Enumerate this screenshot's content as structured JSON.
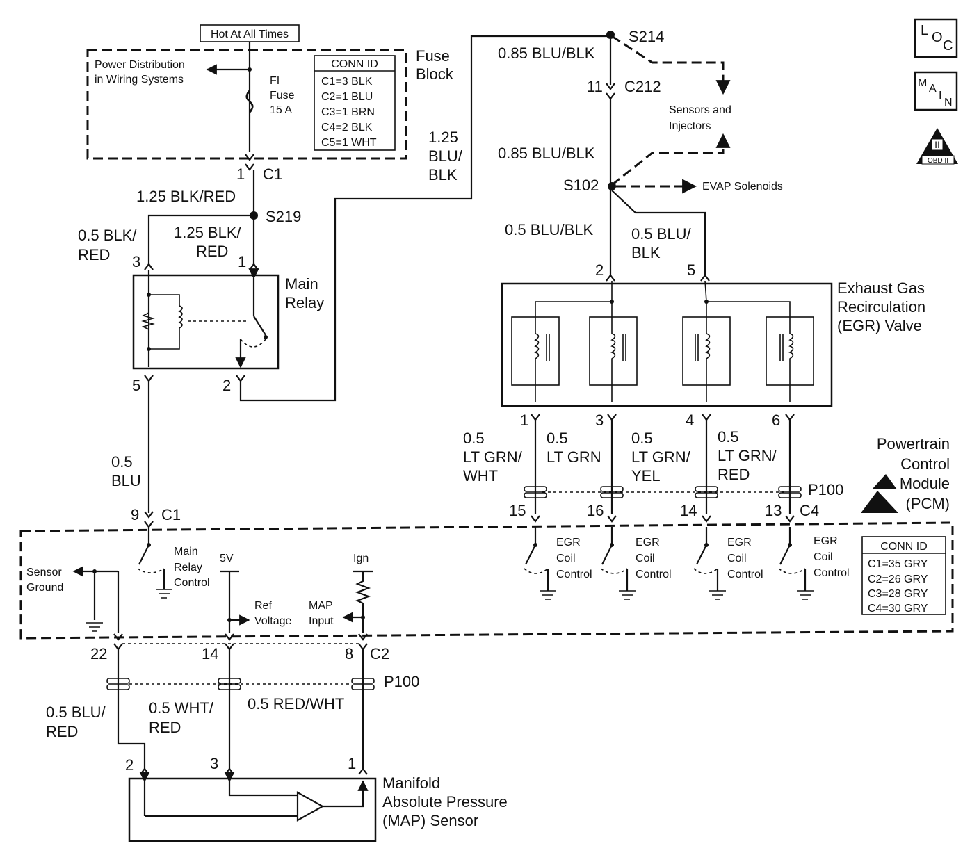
{
  "hot_label": "Hot At All Times",
  "fuse_block": {
    "title_line1": "Fuse",
    "title_line2": "Block",
    "power_dist_line1": "Power Distribution",
    "power_dist_line2": "in Wiring Systems",
    "fuse_line1": "FI",
    "fuse_line2": "Fuse",
    "fuse_line3": "15 A",
    "conn_title": "CONN ID",
    "conn_rows": [
      "C1=3 BLK",
      "C2=1 BLU",
      "C3=1 BRN",
      "C4=2 BLK",
      "C5=1 WHT"
    ]
  },
  "left_circuit": {
    "pin_c1": "1",
    "c1": "C1",
    "wire_blk_red": "1.25 BLK/RED",
    "s219": "S219",
    "wire_left_1": "0.5 BLK/",
    "wire_left_2": "RED",
    "wire_right_1": "1.25 BLK/",
    "wire_right_2": "RED",
    "pin_3": "3",
    "pin_1": "1",
    "relay_line1": "Main",
    "relay_line2": "Relay",
    "pin_5": "5",
    "pin_2": "2",
    "blu_1": "0.5",
    "blu_2": "BLU",
    "pcm_pin_9": "9",
    "pcm_c1": "C1"
  },
  "center_wire": {
    "line1": "1.25",
    "line2": "BLU/",
    "line3": "BLK"
  },
  "egr_circuit": {
    "s214": "S214",
    "wire_top": "0.85 BLU/BLK",
    "pin_11": "11",
    "c212": "C212",
    "sensors_1": "Sensors and",
    "sensors_2": "Injectors",
    "wire_mid": "0.85 BLU/BLK",
    "s102": "S102",
    "evap": "EVAP Solenoids",
    "wire_l": "0.5 BLU/BLK",
    "wire_r1": "0.5 BLU/",
    "wire_r2": "BLK",
    "pin_2": "2",
    "pin_5": "5",
    "egr_1": "Exhaust Gas",
    "egr_2": "Recirculation",
    "egr_3": "(EGR) Valve",
    "pins_bottom": [
      "1",
      "3",
      "4",
      "6"
    ],
    "wires": [
      {
        "l1": "0.5",
        "l2": "LT GRN/",
        "l3": "WHT"
      },
      {
        "l1": "0.5",
        "l2": "LT GRN",
        "l3": ""
      },
      {
        "l1": "0.5",
        "l2": "LT GRN/",
        "l3": "YEL"
      },
      {
        "l1": "0.5",
        "l2": "LT GRN/",
        "l3": "RED"
      }
    ],
    "p100": "P100",
    "pcm_pins": [
      "15",
      "16",
      "14",
      "13"
    ],
    "c4": "C4",
    "coil_ctrl_1": "EGR",
    "coil_ctrl_2": "Coil",
    "coil_ctrl_3": "Control"
  },
  "pcm": {
    "line1": "Powertrain",
    "line2": "Control",
    "line3": "Module",
    "line4": "(PCM)",
    "conn_title": "CONN ID",
    "conn_rows": [
      "C1=35 GRY",
      "C2=26 GRY",
      "C3=28 GRY",
      "C4=30 GRY"
    ],
    "sensor_ground_1": "Sensor",
    "sensor_ground_2": "Ground",
    "main_relay_1": "Main",
    "main_relay_2": "Relay",
    "main_relay_3": "Control",
    "five_v": "5V",
    "ref_1": "Ref",
    "ref_2": "Voltage",
    "ign": "Ign",
    "map_1": "MAP",
    "map_2": "Input"
  },
  "map_circuit": {
    "pin_22": "22",
    "pin_14": "14",
    "pin_8": "8",
    "c2": "C2",
    "p100": "P100",
    "wire_a1": "0.5 BLU/",
    "wire_a2": "RED",
    "wire_b1": "0.5 WHT/",
    "wire_b2": "RED",
    "wire_c": "0.5 RED/WHT",
    "pin_2": "2",
    "pin_3": "3",
    "pin_1": "1",
    "map_1": "Manifold",
    "map_2": "Absolute Pressure",
    "map_3": "(MAP) Sensor"
  },
  "icons": {
    "loc_1": "L",
    "loc_2": "O",
    "loc_3": "C",
    "main_1": "M",
    "main_2": "A",
    "main_3": "I",
    "main_4": "N",
    "obd_1": "II",
    "obd_2": "OBD II"
  }
}
